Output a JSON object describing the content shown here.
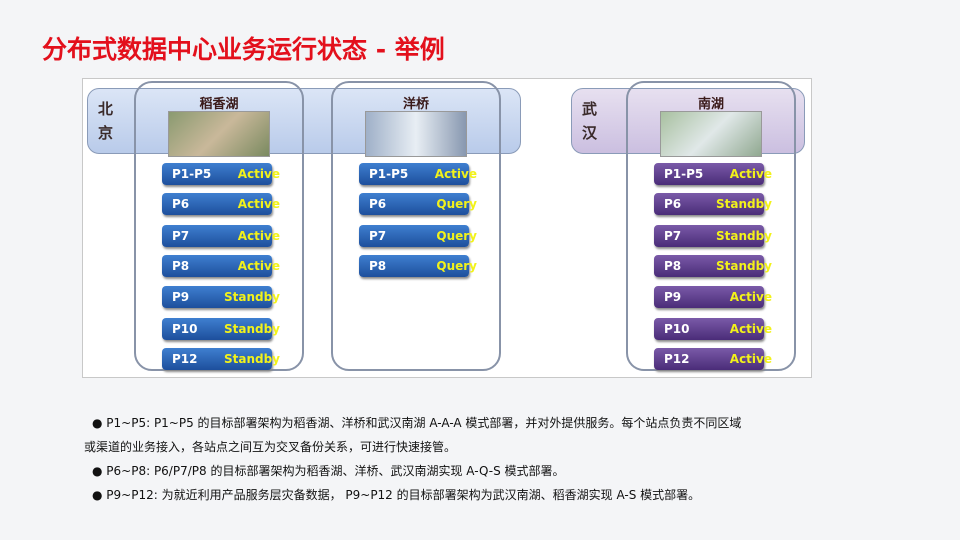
{
  "title": "分布式数据中心业务运行状态 - 举例",
  "regions": [
    {
      "name": "北京",
      "sites": [
        {
          "name": "稻香湖",
          "items": [
            [
              "P1-P5",
              "Active"
            ],
            [
              "P6",
              "Active"
            ],
            [
              "P7",
              "Active"
            ],
            [
              "P8",
              "Active"
            ],
            [
              "P9",
              "Standby"
            ],
            [
              "P10",
              "Standby"
            ],
            [
              "P12",
              "Standby"
            ]
          ]
        },
        {
          "name": "洋桥",
          "items": [
            [
              "P1-P5",
              "Active"
            ],
            [
              "P6",
              "Query"
            ],
            [
              "P7",
              "Query"
            ],
            [
              "P8",
              "Query"
            ]
          ]
        }
      ]
    },
    {
      "name": "武汉",
      "sites": [
        {
          "name": "南湖",
          "items": [
            [
              "P1-P5",
              "Active"
            ],
            [
              "P6",
              "Standby"
            ],
            [
              "P7",
              "Standby"
            ],
            [
              "P8",
              "Standby"
            ],
            [
              "P9",
              "Active"
            ],
            [
              "P10",
              "Active"
            ],
            [
              "P12",
              "Active"
            ]
          ]
        }
      ]
    }
  ],
  "notes": [
    "● P1~P5: P1~P5 的目标部署架构为稻香湖、洋桥和武汉南湖 A-A-A 模式部署，并对外提供服务。每个站点负责不同区域",
    "或渠道的业务接入，各站点之间互为交叉备份关系，可进行快速接管。",
    "● P6~P8: P6/P7/P8 的目标部署架构为稻香湖、洋桥、武汉南湖实现 A-Q-S 模式部署。",
    "● P9~P12:  为就近利用产品服务层灾备数据， P9~P12 的目标部署架构为武汉南湖、稻香湖实现 A-S 模式部署。"
  ]
}
